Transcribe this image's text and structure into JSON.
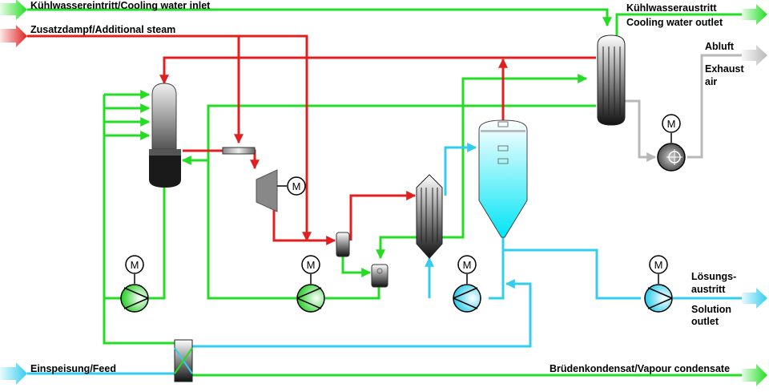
{
  "labels": {
    "cooling_water_inlet": "Kühlwassereintritt/Cooling water inlet",
    "additional_steam": "Zusatzdampf/Additional steam",
    "cooling_water_outlet_de": "Kühlwasseraustritt",
    "cooling_water_outlet_en": "Cooling water outlet",
    "exhaust_de": "Abluft",
    "exhaust_en_1": "Exhaust",
    "exhaust_en_2": "air",
    "solution_outlet_de_1": "Lösungs-",
    "solution_outlet_de_2": "austritt",
    "solution_outlet_en_1": "Solution",
    "solution_outlet_en_2": "outlet",
    "feed": "Einspeisung/Feed",
    "vapour_condensate": "Brüdenkondensat/Vapour condensate"
  },
  "motor_symbol": "M",
  "colors": {
    "steam": "#e02020",
    "cooling_water": "#22dd22",
    "solution": "#33ccee",
    "exhaust": "#b8b8b8",
    "equipment_dark": "#1a1a1a"
  },
  "icons": [
    "green-pump-icon",
    "cyan-pump-icon",
    "vacuum-pump-icon",
    "motor-icon",
    "steam-compressor-icon",
    "heat-exchanger-icon",
    "condenser-icon",
    "crystallizer-icon"
  ]
}
